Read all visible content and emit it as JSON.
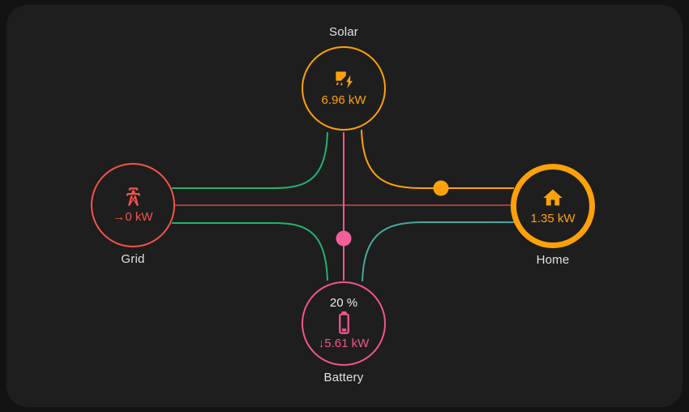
{
  "card": {
    "background": "#1e1e1e",
    "page_background": "#131313"
  },
  "nodes": {
    "solar": {
      "label": "Solar",
      "value": "6.96 kW",
      "color": "#ffa10a"
    },
    "grid": {
      "label": "Grid",
      "value": "→0 kW",
      "color": "#f4544a"
    },
    "home": {
      "label": "Home",
      "value": "1.35 kW",
      "color": "#ffa10a"
    },
    "battery": {
      "label": "Battery",
      "state_of_charge": "20 %",
      "value": "↓5.61 kW",
      "color": "#f2558f"
    }
  },
  "lines": {
    "solar_to_grid": {
      "color": "#23b26e"
    },
    "grid_to_home": {
      "color": "#f4544a"
    },
    "grid_to_battery": {
      "color": "#23b26e"
    },
    "solar_to_home": {
      "color": "#ffa10a"
    },
    "solar_to_battery": {
      "color": "#f2558f"
    },
    "battery_to_home": {
      "color": "#46a69e"
    }
  },
  "dots": {
    "solar_to_home": {
      "color": "#ffa10a"
    },
    "solar_to_battery": {
      "color": "#f0609b"
    }
  },
  "text": {
    "label_color": "#e2e2e2"
  }
}
